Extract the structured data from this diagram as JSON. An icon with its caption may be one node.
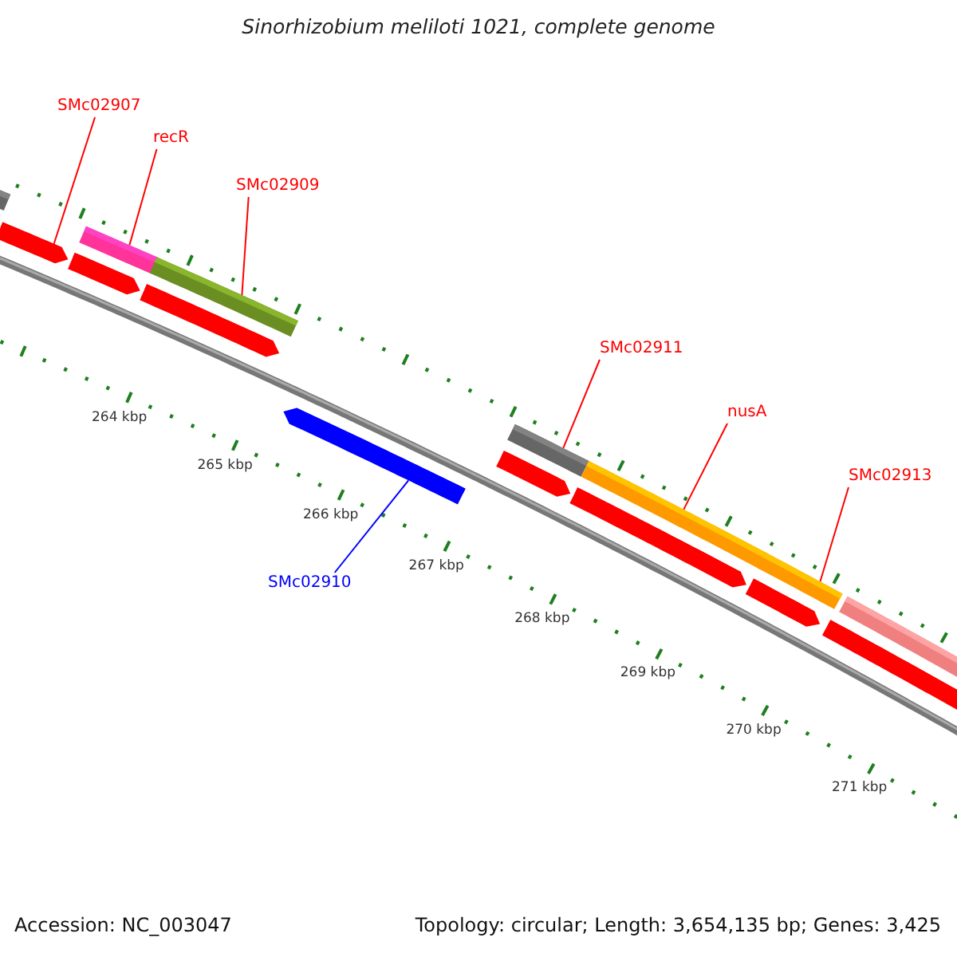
{
  "diagram": {
    "title": "Sinorhizobium meliloti 1021, complete genome",
    "nodes": [
      {
        "text": [
          "SMc02907"
        ]
      },
      {
        "text": [
          "recR"
        ]
      },
      {
        "text": [
          "SMc02909"
        ]
      },
      {
        "text": [
          "SMc02911"
        ]
      },
      {
        "text": [
          "nusA"
        ]
      },
      {
        "text": [
          "SMc02913"
        ]
      },
      {
        "text": [
          "SMc02910"
        ]
      },
      {
        "text": [],
        "shape": "bar"
      },
      {
        "text": [],
        "shape": "bar"
      },
      {
        "text": [],
        "shape": "bar"
      },
      {
        "text": [],
        "shape": "bar"
      },
      {
        "text": [],
        "shape": "bar"
      },
      {
        "text": [],
        "shape": "bar"
      },
      {
        "text": [],
        "shape": "bar"
      },
      {
        "text": [],
        "shape": "bar"
      },
      {
        "text": [],
        "shape": "bar"
      },
      {
        "text": [],
        "shape": "bar"
      },
      {
        "text": [],
        "shape": "bar"
      },
      {
        "text": [],
        "shape": "bar"
      },
      {
        "text": [],
        "shape": "bar"
      },
      {
        "text": [],
        "shape": "bar"
      },
      {
        "text": [],
        "shape": "bar"
      }
    ],
    "edges": [
      {
        "from": 0,
        "to": 8,
        "arrow": "none"
      },
      {
        "from": 1,
        "to": 9,
        "arrow": "none"
      },
      {
        "from": 2,
        "to": 11,
        "arrow": "none"
      },
      {
        "from": 3,
        "to": 14,
        "arrow": "none"
      },
      {
        "from": 4,
        "to": 16,
        "arrow": "none"
      },
      {
        "from": 5,
        "to": 19,
        "arrow": "none"
      },
      {
        "from": 6,
        "to": 13,
        "arrow": "none",
        "color": "#0000ff"
      }
    ],
    "labels": [
      "264 kbp",
      "265 kbp",
      "266 kbp",
      "267 kbp",
      "268 kbp",
      "269 kbp",
      "270 kbp",
      "271 kbp",
      "Accession: NC_003047",
      "Topology: circular; Length: 3,654,135 bp; Genes: 3,425"
    ]
  }
}
